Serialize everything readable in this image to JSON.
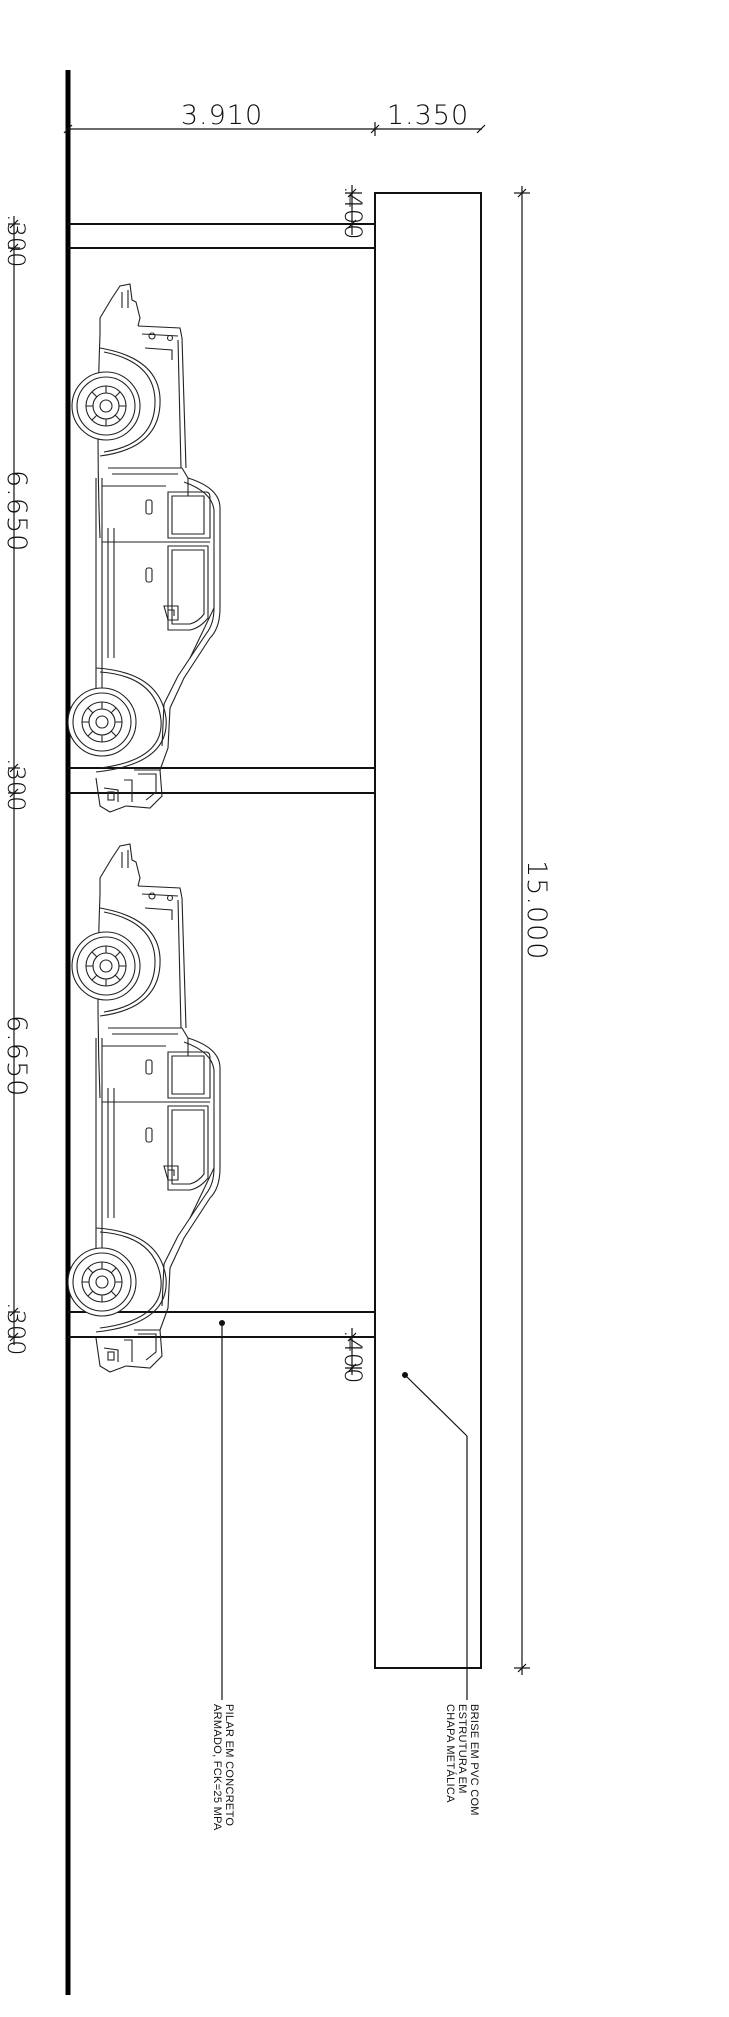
{
  "dimensions": {
    "top_width": "3.910",
    "top_overhang": "1.350",
    "pillar_top": ".300",
    "bay_1": "6.650",
    "pillar_mid": ".300",
    "bay_2": "6.650",
    "pillar_bottom": ".300",
    "beam_top": ".400",
    "beam_bottom": ".400",
    "total_length": "15.000"
  },
  "annotations": {
    "pillar_note_line1": "PILAR EM CONCRETO",
    "pillar_note_line2": "ARMADO, FCK=25 MPA",
    "brise_note_line1": "BRISE EM PVC COM",
    "brise_note_line2": "ESTRUTURA EM",
    "brise_note_line3": "CHAPA METÁLICA"
  },
  "vehicles": [
    {
      "name": "pickup-truck-1"
    },
    {
      "name": "pickup-truck-2"
    }
  ]
}
